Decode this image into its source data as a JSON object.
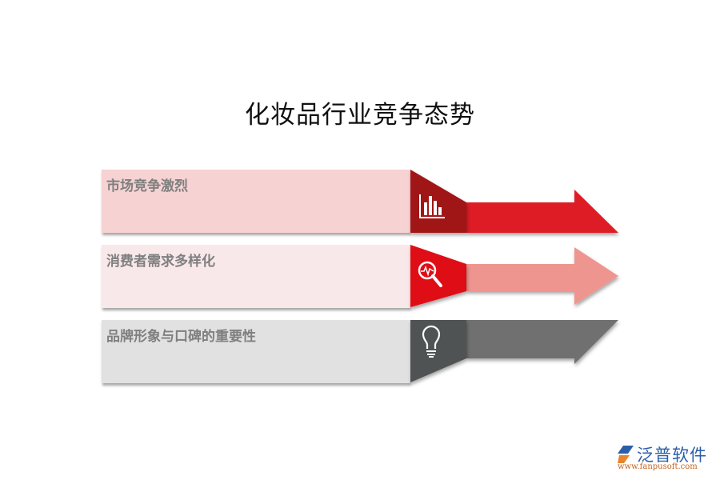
{
  "title": "化妆品行业竞争态势",
  "rows": [
    {
      "label": "市场竞争激烈",
      "icon": "bar-chart-icon",
      "box_color": "#f6d2d3",
      "block_color": "#a01219",
      "arrow_color": "#dd1f26"
    },
    {
      "label": "消费者需求多样化",
      "icon": "magnifier-pulse-icon",
      "box_color": "#f9e8e9",
      "block_color": "#df1018",
      "arrow_color": "#ef958f"
    },
    {
      "label": "品牌形象与口碑的重要性",
      "icon": "lightbulb-icon",
      "box_color": "#e1e1e1",
      "block_color": "#505252",
      "arrow_color": "#707070"
    }
  ],
  "logo": {
    "brand": "泛普软件",
    "url": "www.fanpusoft.com"
  }
}
